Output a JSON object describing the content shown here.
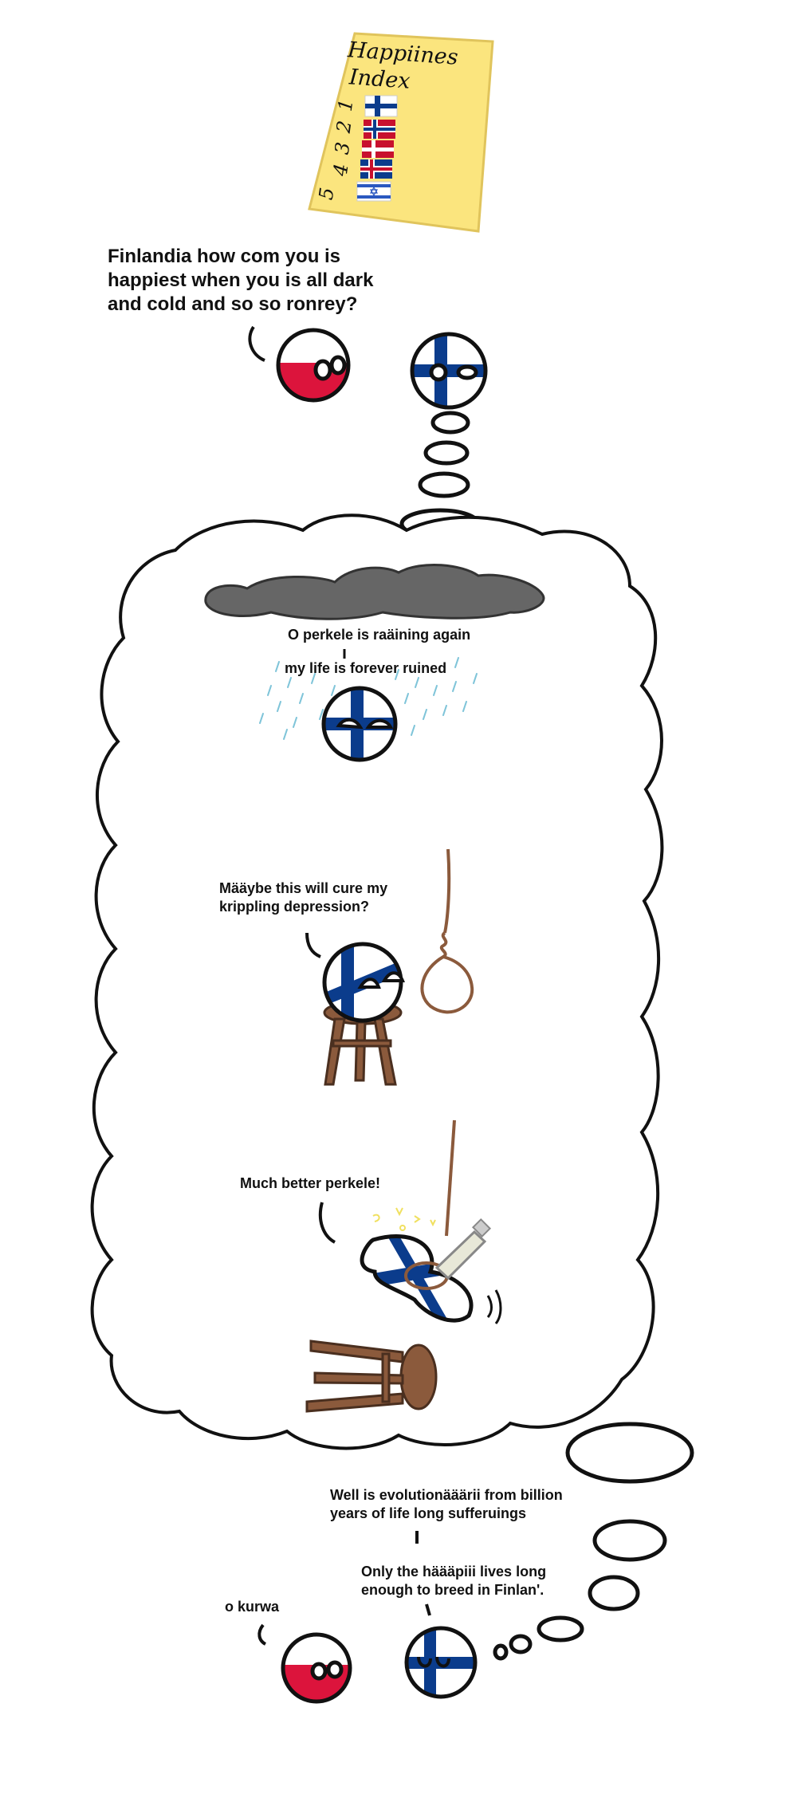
{
  "poster": {
    "title_line1": "Happiines",
    "title_line2": "Index",
    "ranks": [
      "1",
      "2",
      "3",
      "4",
      "5"
    ]
  },
  "panel1": {
    "poland_speech": "Finlandia how com you is\nhappiest when you is all dark\nand cold and so so ronrey?"
  },
  "thought": {
    "rain_line1": "O perkele is raäining again",
    "rain_line2": "my life is forever ruined",
    "noose_speech": "Määybe this will cure my\nkrippling depression?",
    "hanging_speech": "Much better perkele!"
  },
  "final": {
    "finland_speech1": "Well is evolutionääärii from billion\nyears of life long sufferuings",
    "finland_speech2": "Only the häääpiii lives long\nenough to breed in Finlan'.",
    "poland_speech": "o kurwa"
  },
  "colors": {
    "finland_blue": "#0b3c8c",
    "poland_red": "#dc143c",
    "poster_yellow": "#fbe57e",
    "wood_brown": "#8b5a3c",
    "cloud_gray": "#666666"
  }
}
